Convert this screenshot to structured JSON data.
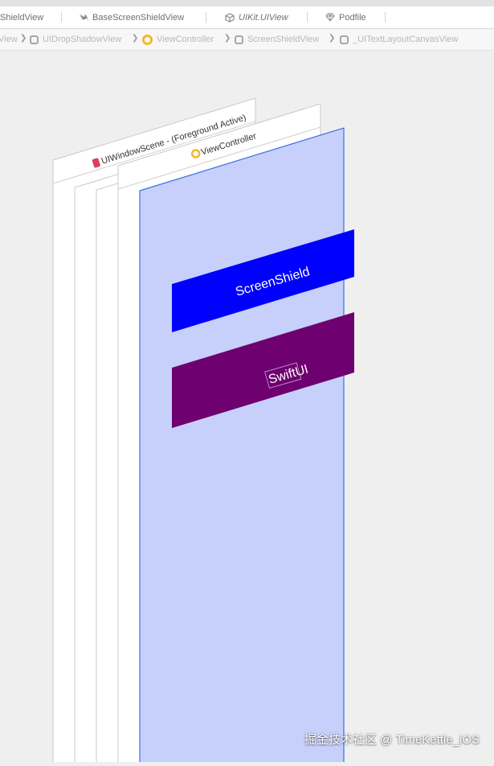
{
  "tabs": [
    {
      "label": "ShieldView",
      "icon": "none"
    },
    {
      "label": "BaseScreenShieldView",
      "icon": "swift-icon"
    },
    {
      "label": "UIKit.UIView",
      "icon": "cube-icon"
    },
    {
      "label": "Podfile",
      "icon": "gem-icon"
    }
  ],
  "breadcrumb": [
    {
      "label": "View",
      "icon": "none"
    },
    {
      "label": "UIDropShadowView",
      "icon": "view-icon"
    },
    {
      "label": "ViewController",
      "icon": "view-controller-icon"
    },
    {
      "label": "ScreenShieldView",
      "icon": "view-icon"
    },
    {
      "label": "_UITextLayoutCanvasView",
      "icon": "view-icon"
    }
  ],
  "layers": {
    "window_scene_label": "UIWindowScene - (Foreground Active)",
    "view_controller_label": "ViewController",
    "screenshield_label": "ScreenShield",
    "swiftui_label": "SwiftUI"
  },
  "colors": {
    "screenshield_blue": "#0000ff",
    "swiftui_purple": "#6e0070",
    "selected_overlay": "#c4cdfb",
    "selected_border": "#3a6fe0",
    "window_scene_icon": "#d9405f",
    "view_controller_icon": "#f1b82c"
  },
  "watermark": "掘金技术社区 @ TimeKettle_iOS"
}
